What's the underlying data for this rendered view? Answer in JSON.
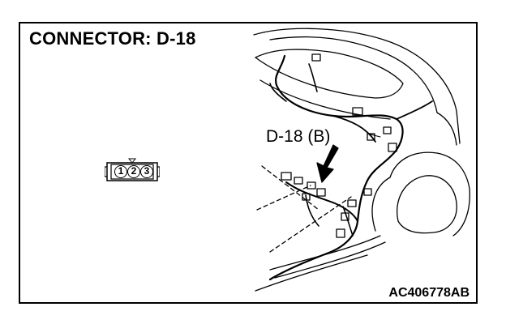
{
  "diagram": {
    "title": "CONNECTOR: D-18",
    "figure_code": "AC406778AB",
    "callout_label": "D-18 (B)",
    "connector_pins": [
      "1",
      "2",
      "3"
    ]
  }
}
